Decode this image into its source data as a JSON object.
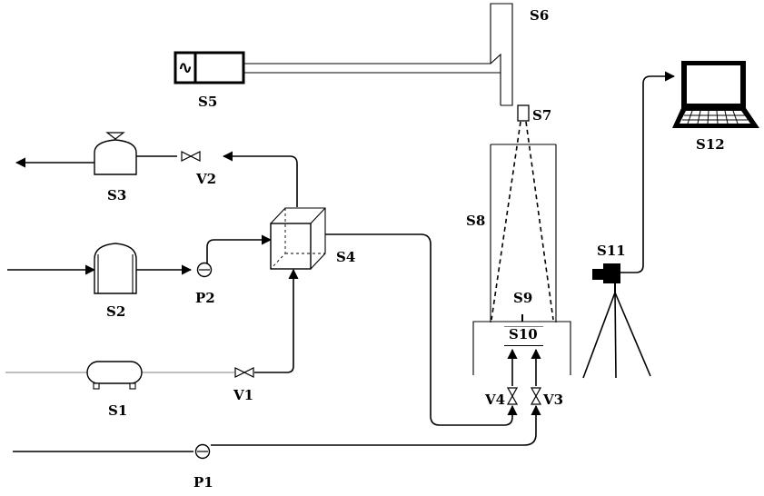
{
  "labels": {
    "S1": "S1",
    "S2": "S2",
    "S3": "S3",
    "S4": "S4",
    "S5": "S5",
    "S6": "S6",
    "S7": "S7",
    "S8": "S8",
    "S9": "S9",
    "S10": "S10",
    "S11": "S11",
    "S12": "S12",
    "P1": "P1",
    "P2": "P2",
    "V1": "V1",
    "V2": "V2",
    "V3": "V3",
    "V4": "V4"
  },
  "icons": {
    "wave_glyph": "∿"
  },
  "colors": {
    "line": "#000000",
    "inlet_line": "#9a9a9a",
    "background": "#ffffff"
  }
}
